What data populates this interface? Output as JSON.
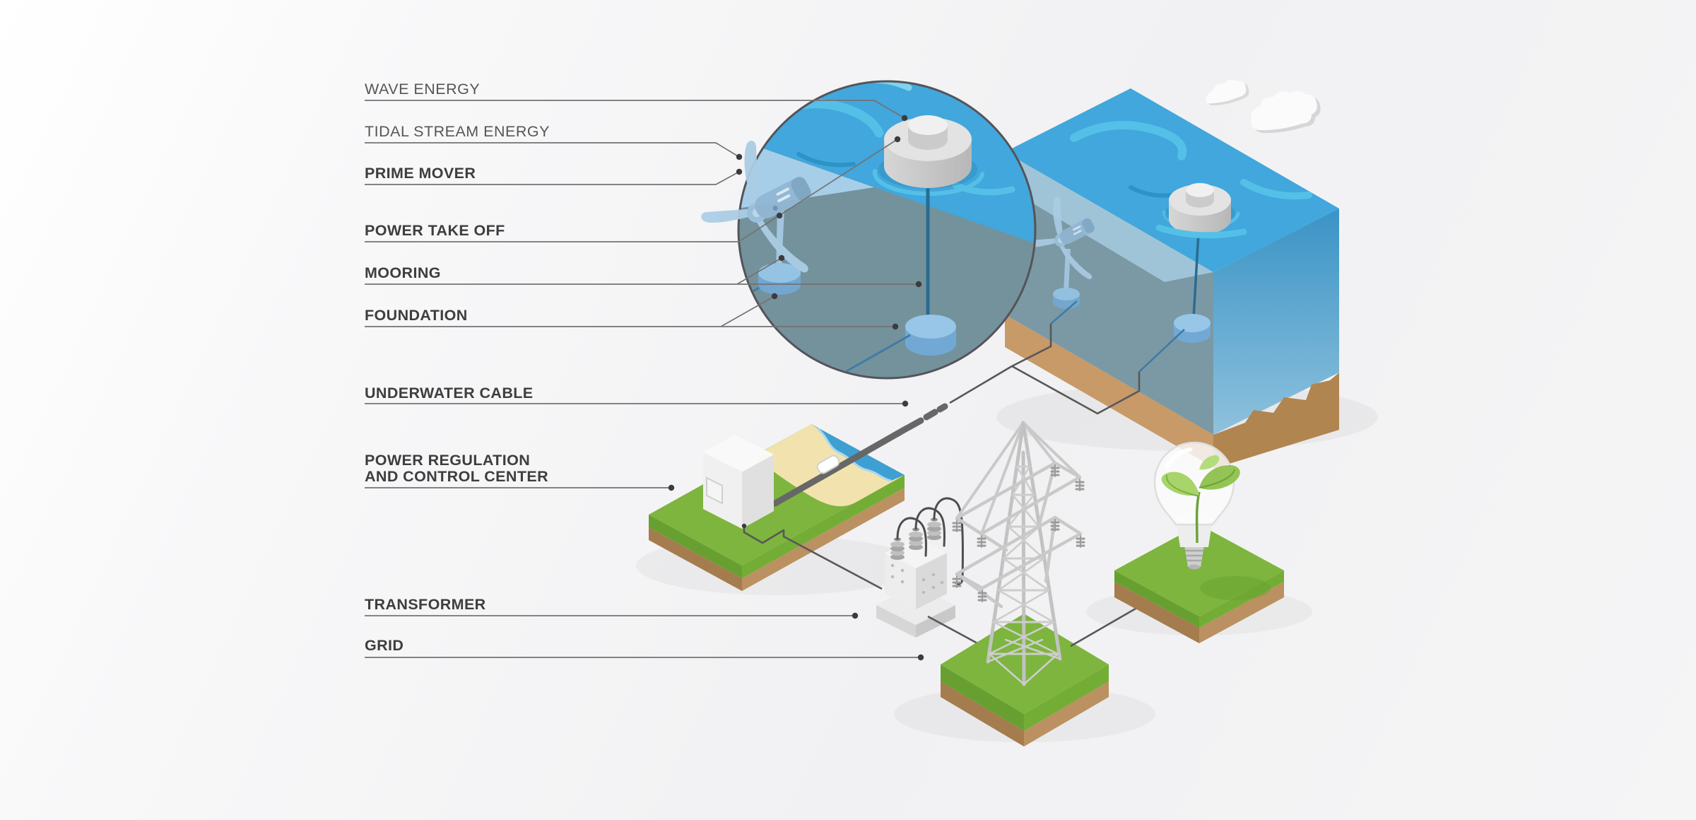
{
  "labels": {
    "wave_energy": "WAVE ENERGY",
    "tidal_stream_energy": "TIDAL STREAM ENERGY",
    "prime_mover": "PRIME MOVER",
    "power_take_off": "POWER TAKE OFF",
    "mooring": "MOORING",
    "foundation": "FOUNDATION",
    "underwater_cable": "UNDERWATER CABLE",
    "power_regulation_line1": "POWER REGULATION",
    "power_regulation_line2": "AND CONTROL CENTER",
    "transformer": "TRANSFORMER",
    "grid": "GRID"
  },
  "palette": {
    "water_surface": "#41a7dc",
    "water_swirl_light": "#55c0e7",
    "water_swirl_pale": "#7fd2ee",
    "water_swirl_dark": "#2d93c6",
    "water_side": "#3a93c6",
    "underwater_teal": "#74929b",
    "water_column_light": "#a6cee8",
    "seabed_brown": "#c0965f",
    "grass_green": "#7db53f",
    "sand": "#f2e3ae",
    "device_blue": "#a3c7e0",
    "buoy_gray": "#d9d9d9",
    "cable_dark": "#5f5f5f",
    "mooring_line_blue": "#2b6b92",
    "leader_line": "#737373",
    "label_text": "#4f4f4f"
  },
  "scene": {
    "objects": [
      "magnifier-circle",
      "wave-energy-buoy",
      "tidal-stream-turbine",
      "ocean-block",
      "clouds",
      "shore-platform",
      "control-building",
      "underwater-cable",
      "transformer",
      "transmission-tower",
      "grid-platform",
      "light-bulb-sprout"
    ]
  }
}
